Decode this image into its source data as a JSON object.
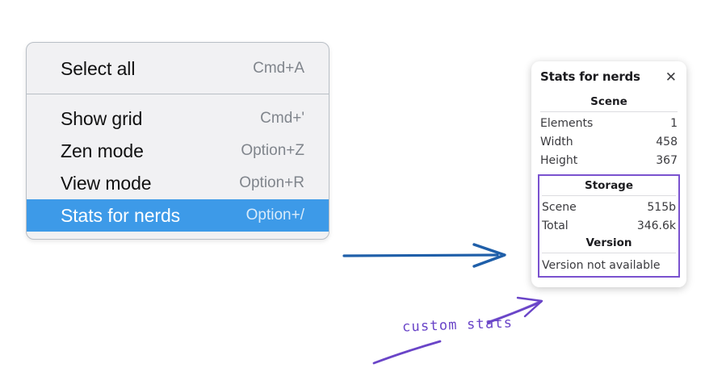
{
  "context_menu": {
    "sections": [
      {
        "items": [
          {
            "label": "Select all",
            "shortcut": "Cmd+A",
            "selected": false
          }
        ]
      },
      {
        "items": [
          {
            "label": "Show grid",
            "shortcut": "Cmd+'",
            "selected": false
          },
          {
            "label": "Zen mode",
            "shortcut": "Option+Z",
            "selected": false
          },
          {
            "label": "View mode",
            "shortcut": "Option+R",
            "selected": false
          },
          {
            "label": "Stats for nerds",
            "shortcut": "Option+/",
            "selected": true
          }
        ]
      }
    ],
    "highlight_color": "#3d9ae8"
  },
  "stats_panel": {
    "title": "Stats for nerds",
    "close_icon": "✕",
    "scene": {
      "heading": "Scene",
      "rows": [
        {
          "key": "Elements",
          "value": "1"
        },
        {
          "key": "Width",
          "value": "458"
        },
        {
          "key": "Height",
          "value": "367"
        }
      ]
    },
    "storage": {
      "heading": "Storage",
      "rows": [
        {
          "key": "Scene",
          "value": "515b"
        },
        {
          "key": "Total",
          "value": "346.6k"
        }
      ]
    },
    "version": {
      "heading": "Version",
      "note": "Version not available"
    },
    "highlight_border_color": "#7a52cf"
  },
  "annotations": {
    "handwritten_label": "custom stats",
    "blue_arrow_color": "#1f5fa9",
    "purple_ink_color": "#6a45c8"
  }
}
